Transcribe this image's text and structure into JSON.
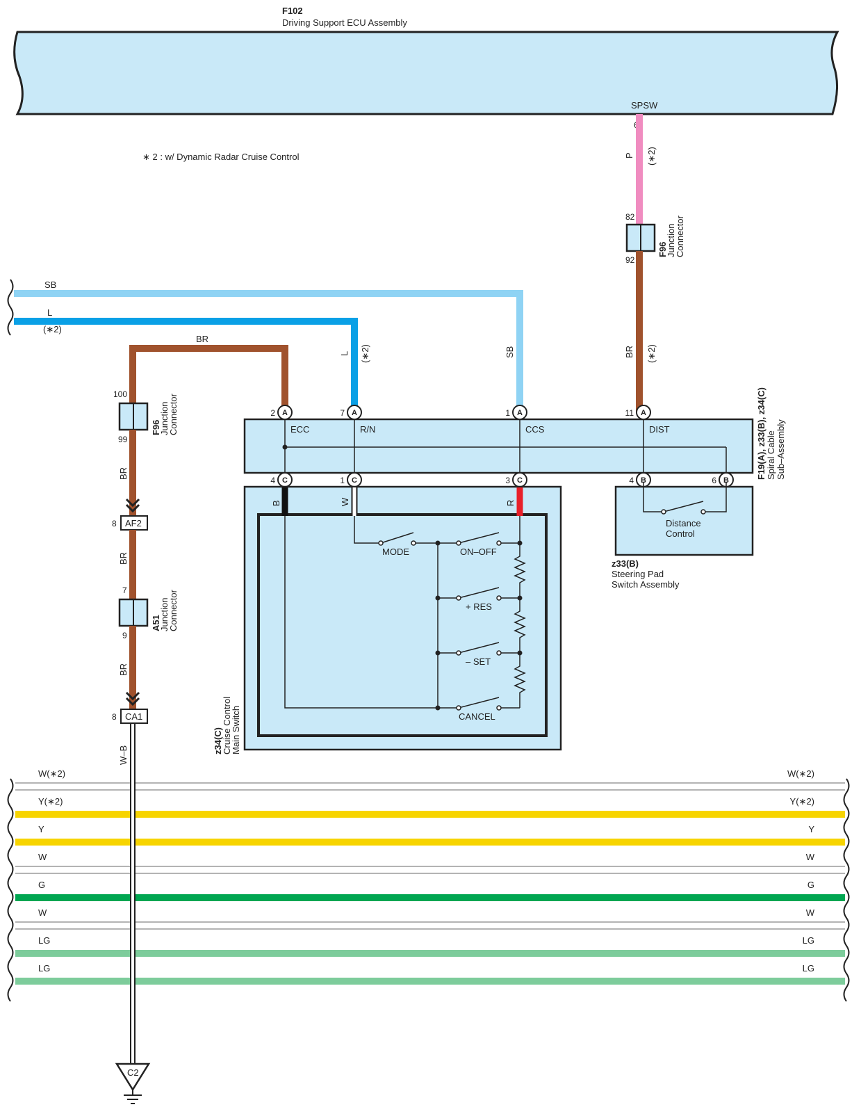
{
  "ecu": {
    "code": "F102",
    "name": "Driving Support ECU Assembly",
    "terminal": "SPSW",
    "pin": "6"
  },
  "note": "∗ 2 : w/ Dynamic Radar Cruise Control",
  "colors": {
    "SB": "#8fd3f4",
    "L": "#0aa0e6",
    "BR": "#a0522d",
    "P": "#f08cc0",
    "Y": "#f7d400",
    "G": "#00a651",
    "LG": "#7dcc9b",
    "W": "#ffffff",
    "R": "#e8202a",
    "B": "#111111",
    "box": "#c9e9f8"
  },
  "wires": {
    "p_upper": {
      "color": "P",
      "tag": "(∗2)"
    },
    "br_dist": {
      "color": "BR",
      "tag": "(∗2)"
    },
    "sb_left": "SB",
    "l_left": "L",
    "l_tag": "(∗2)",
    "br_top": "BR",
    "l_vert": "L",
    "l_vert_tag": "(∗2)",
    "sb_vert": "SB",
    "br_1": "BR",
    "br_2": "BR",
    "br_3": "BR",
    "wb": "W–B"
  },
  "connectors": {
    "f96_top": {
      "code": "F96",
      "name1": "Junction",
      "name2": "Connector",
      "pin_in": "82",
      "pin_out": "92"
    },
    "f96_left": {
      "code": "F96",
      "name1": "Junction",
      "name2": "Connector",
      "pin_in": "100",
      "pin_out": "99"
    },
    "af2": {
      "code": "AF2",
      "pin": "8"
    },
    "a51": {
      "code": "A51",
      "name1": "Junction",
      "name2": "Connector",
      "pin_in": "7",
      "pin_out": "9"
    },
    "ca1": {
      "code": "CA1",
      "pin": "8"
    },
    "ground": "C2"
  },
  "spiral": {
    "code": "F19(A), z33(B), z34(C)",
    "name1": "Spiral Cable",
    "name2": "Sub–Assembly",
    "top_pins": [
      {
        "num": "2",
        "letter": "A",
        "label": "ECC"
      },
      {
        "num": "7",
        "letter": "A",
        "label": "R/N"
      },
      {
        "num": "1",
        "letter": "A",
        "label": "CCS"
      },
      {
        "num": "11",
        "letter": "A",
        "label": "DIST"
      }
    ],
    "bottom_pins": [
      {
        "num": "4",
        "letter": "C",
        "wire": "B"
      },
      {
        "num": "1",
        "letter": "C",
        "wire": "W"
      },
      {
        "num": "3",
        "letter": "C",
        "wire": "R"
      },
      {
        "num": "4",
        "letter": "B"
      },
      {
        "num": "6",
        "letter": "B"
      }
    ]
  },
  "main_switch": {
    "code": "z34(C)",
    "name1": "Cruise Control",
    "name2": "Main Switch",
    "switches": [
      "MODE",
      "ON–OFF",
      "+ RES",
      "– SET",
      "CANCEL"
    ]
  },
  "pad": {
    "code": "z33(B)",
    "name1": "Steering Pad",
    "name2": "Switch Assembly",
    "sw1": "Distance",
    "sw2": "Control"
  },
  "bus": [
    {
      "label": "W(∗2)",
      "color": "W"
    },
    {
      "label": "Y(∗2)",
      "color": "Y"
    },
    {
      "label": "Y",
      "color": "Y"
    },
    {
      "label": "W",
      "color": "W"
    },
    {
      "label": "G",
      "color": "G"
    },
    {
      "label": "W",
      "color": "W"
    },
    {
      "label": "LG",
      "color": "LG"
    },
    {
      "label": "LG",
      "color": "LG"
    }
  ]
}
